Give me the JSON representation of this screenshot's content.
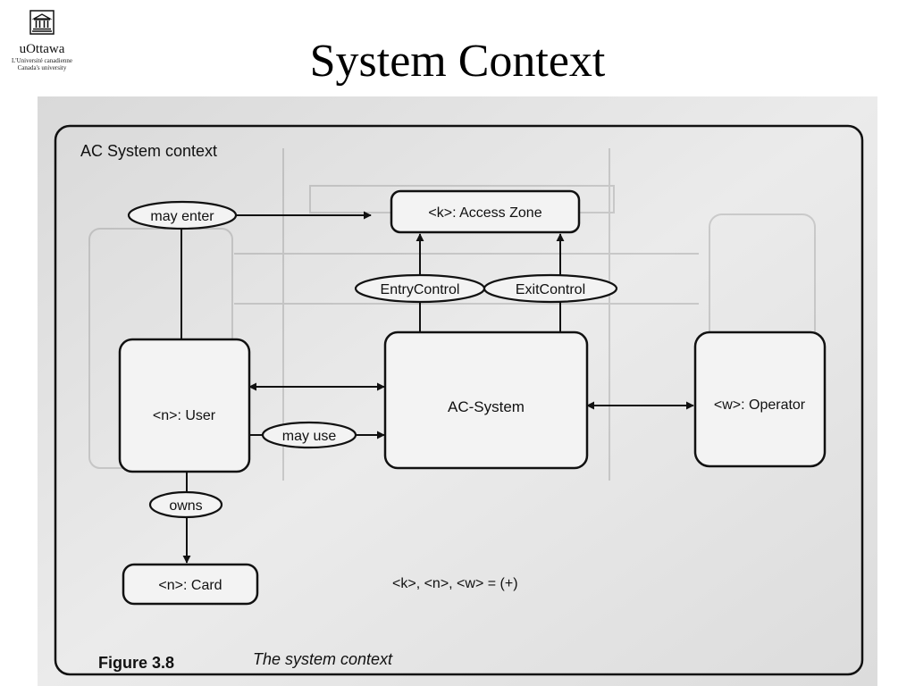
{
  "logo": {
    "name": "uOttawa",
    "line1": "L'Université canadienne",
    "line2": "Canada's university"
  },
  "page_title": "System Context",
  "figure": {
    "box_title": "AC System context",
    "nodes": {
      "access_zone": "<k>: Access Zone",
      "user": "<n>: User",
      "ac_system": "AC-System",
      "operator": "<w>: Operator",
      "card": "<n>: Card"
    },
    "relations": {
      "may_enter": "may enter",
      "entry_control": "EntryControl",
      "exit_control": "ExitControl",
      "may_use": "may use",
      "owns": "owns"
    },
    "multiplicity": "<k>, <n>,  <w> = (+)",
    "caption_number": "Figure   3.8",
    "caption_text": "The system context"
  }
}
